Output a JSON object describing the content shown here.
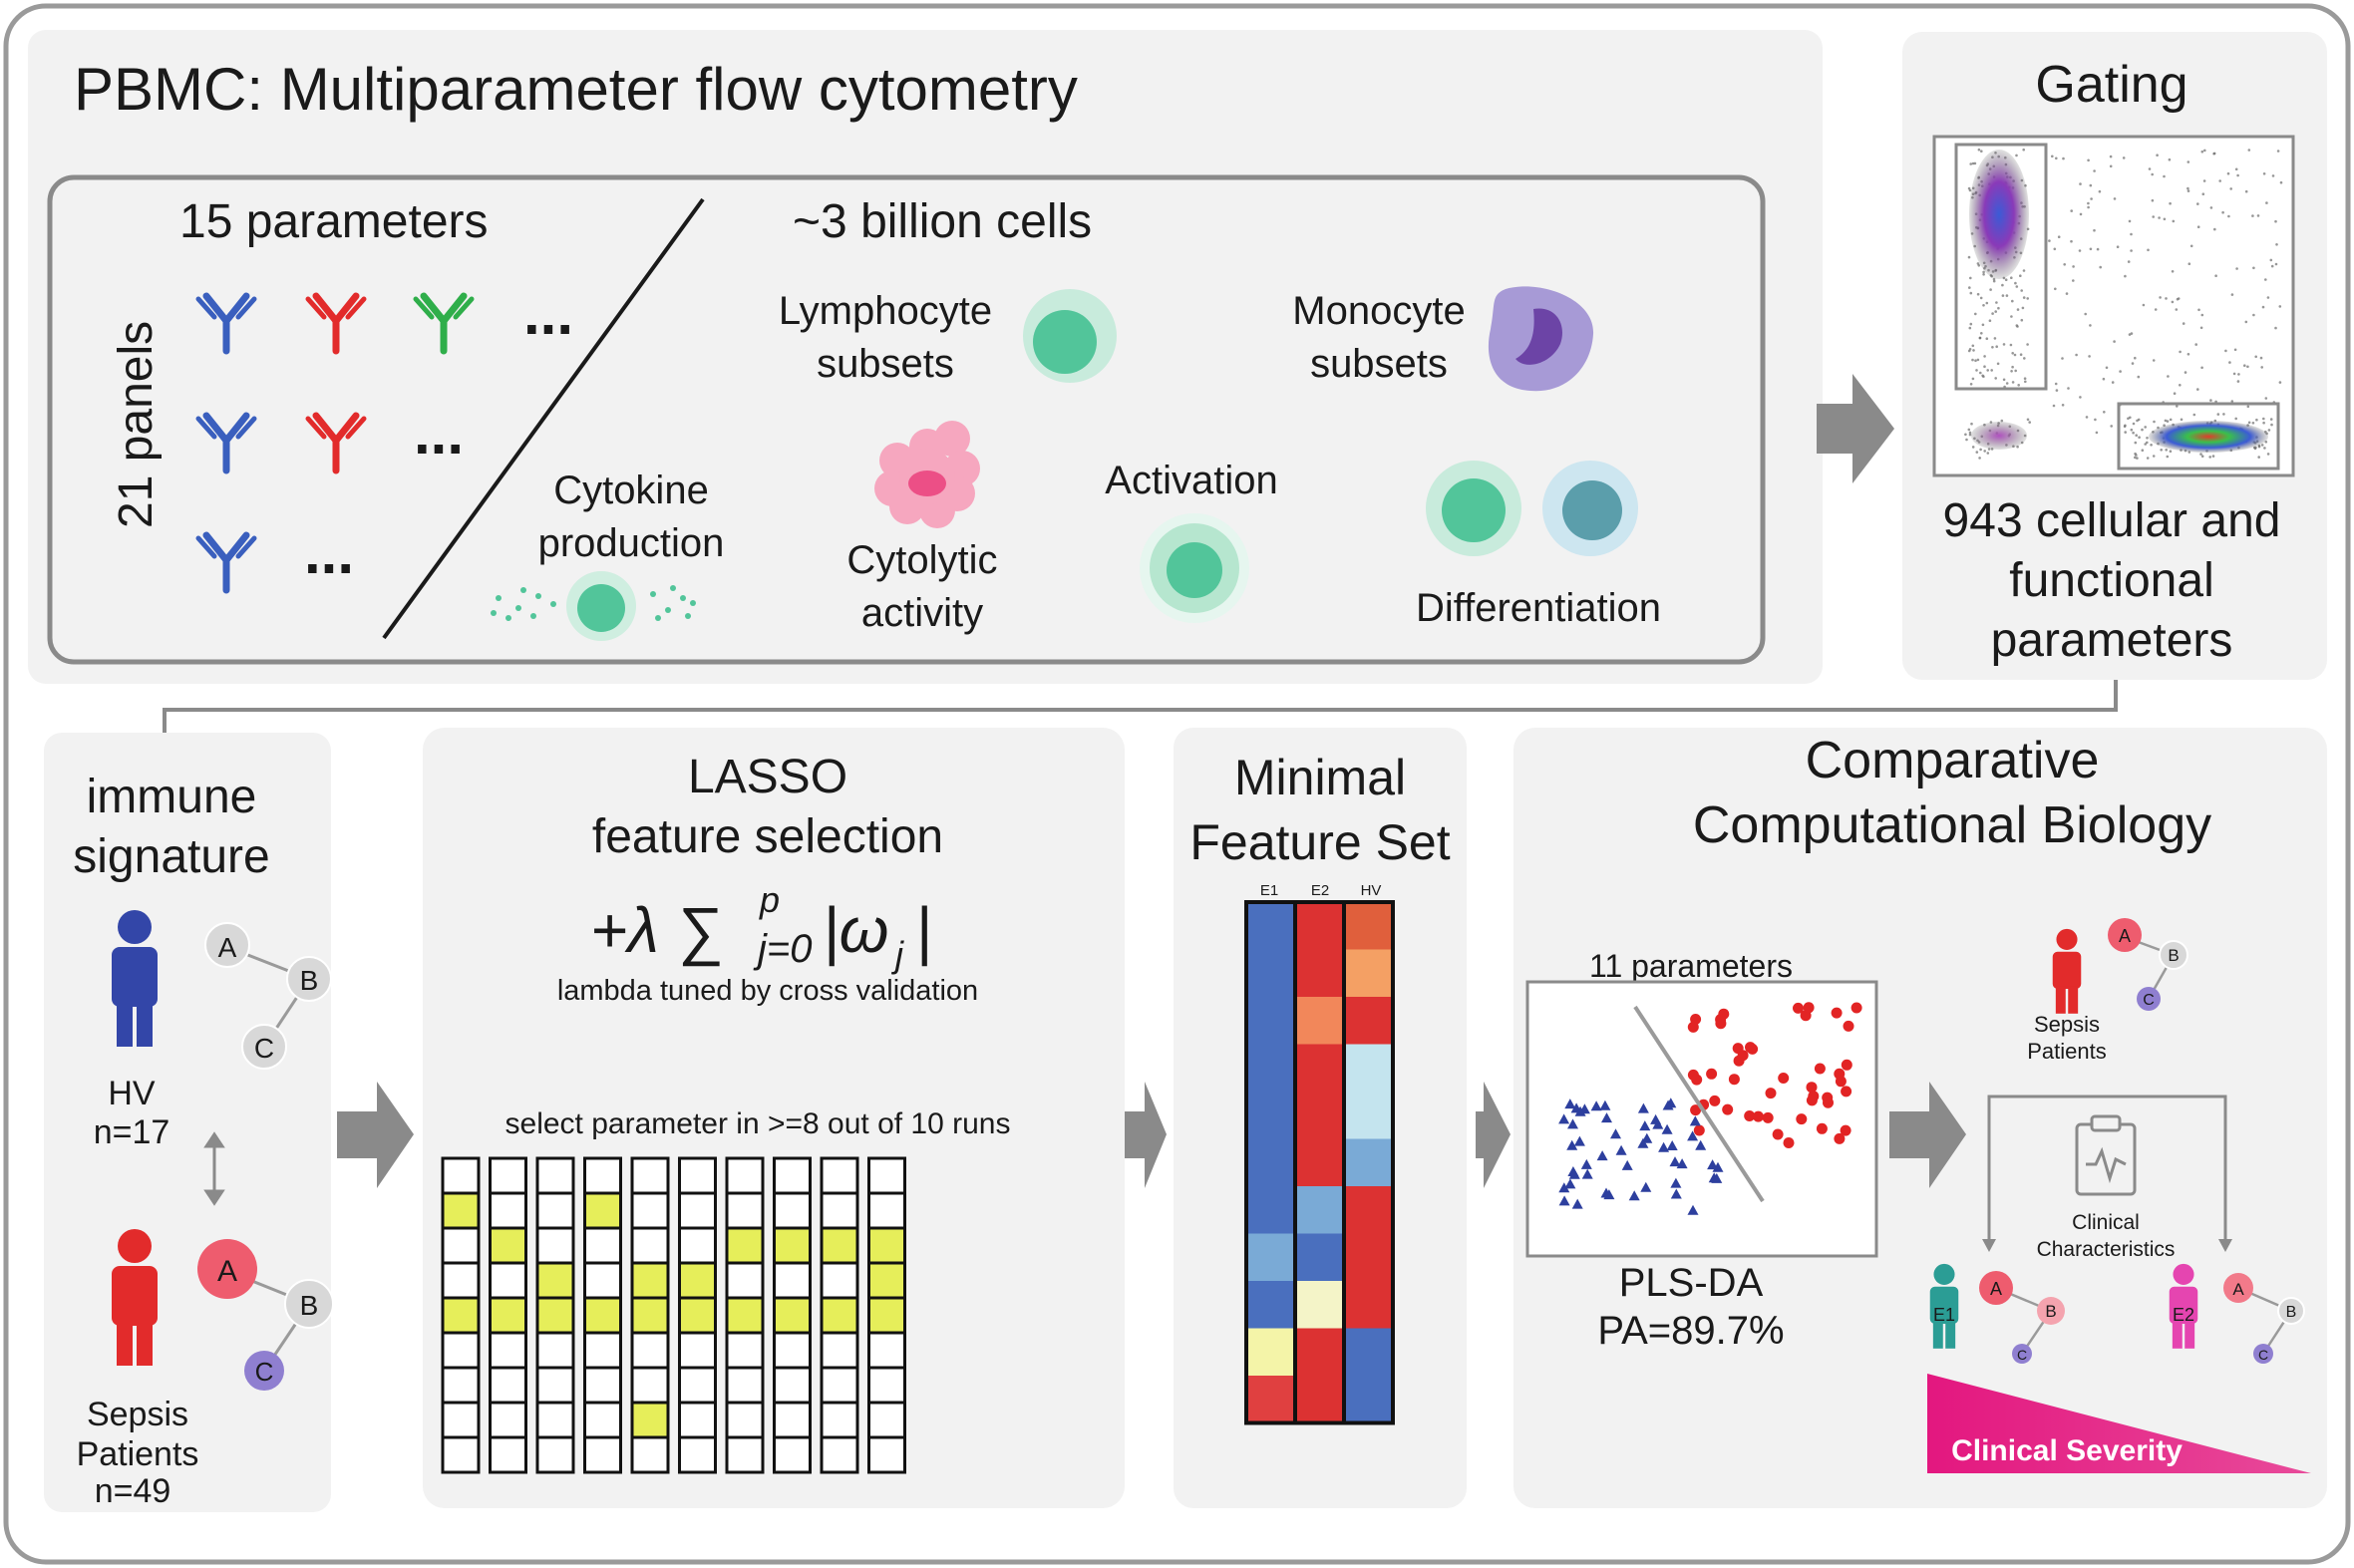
{
  "pbmc": {
    "title": "PBMC: Multiparameter flow cytometry",
    "params": "15 parameters",
    "panels": "21 panels",
    "cells": "~3 billion cells",
    "ellipsis": "...",
    "lymph": [
      "Lymphocyte",
      "subsets"
    ],
    "mono": [
      "Monocyte",
      "subsets"
    ],
    "cytokine": [
      "Cytokine",
      "production"
    ],
    "cytolytic": [
      "Cytolytic",
      "activity"
    ],
    "activation": "Activation",
    "differentiation": "Differentiation"
  },
  "gating": {
    "title": "Gating",
    "desc": [
      "943 cellular and",
      "functional",
      "parameters"
    ]
  },
  "signature": {
    "title": [
      "immune",
      "signature"
    ],
    "hv": "HV",
    "hv_n": "n=17",
    "sepsis": [
      "Sepsis",
      "Patients"
    ],
    "sepsis_n": "n=49",
    "nodes": [
      "A",
      "B",
      "C"
    ]
  },
  "lasso": {
    "title": [
      "LASSO",
      "feature selection"
    ],
    "formula": "+λ ∑",
    "formula_sup": "p",
    "formula_sub": "j=0",
    "formula_tail": "|ω",
    "formula_tail_sub": "j",
    "formula_close": "|",
    "caption": "lambda tuned by cross validation",
    "select": "select parameter in >=8 out of 10 runs",
    "runs": [
      [
        0,
        1,
        0,
        0,
        1,
        0,
        0,
        0,
        0
      ],
      [
        0,
        0,
        1,
        0,
        1,
        0,
        0,
        0,
        0
      ],
      [
        0,
        0,
        0,
        1,
        1,
        0,
        0,
        0,
        0
      ],
      [
        0,
        1,
        0,
        0,
        1,
        0,
        0,
        0,
        0
      ],
      [
        0,
        0,
        0,
        1,
        1,
        0,
        0,
        1,
        0
      ],
      [
        0,
        0,
        0,
        1,
        1,
        0,
        0,
        0,
        0
      ],
      [
        0,
        0,
        1,
        0,
        1,
        0,
        0,
        0,
        0
      ],
      [
        0,
        0,
        1,
        0,
        1,
        0,
        0,
        0,
        0
      ],
      [
        0,
        0,
        1,
        0,
        1,
        0,
        0,
        0,
        0
      ],
      [
        0,
        0,
        1,
        1,
        1,
        0,
        0,
        0,
        0
      ]
    ],
    "highlight_color": "#e6ee5a"
  },
  "minimal": {
    "title": [
      "Minimal",
      "Feature Set"
    ],
    "cols": [
      "E1",
      "E2",
      "HV"
    ],
    "heatmap": [
      [
        "#4a6fbe",
        "#dc3232",
        "#e05f3c"
      ],
      [
        "#4a6fbe",
        "#dc3232",
        "#f4a064"
      ],
      [
        "#4a6fbe",
        "#f2875a",
        "#dc3232"
      ],
      [
        "#4a6fbe",
        "#dc3232",
        "#c4e4ee"
      ],
      [
        "#4a6fbe",
        "#dc3232",
        "#c4e4ee"
      ],
      [
        "#4a6fbe",
        "#dc3232",
        "#7aaad6"
      ],
      [
        "#4a6fbe",
        "#7aaad6",
        "#dc3232"
      ],
      [
        "#7aaad6",
        "#4a6fbe",
        "#dc3232"
      ],
      [
        "#4a6fbe",
        "#f4f4c8",
        "#dc3232"
      ],
      [
        "#f4f4a8",
        "#dc3232",
        "#4a6fbe"
      ],
      [
        "#e04040",
        "#dc3232",
        "#4a6fbe"
      ]
    ]
  },
  "ccb": {
    "title": [
      "Comparative",
      "Computational Biology"
    ],
    "plot_title": "11 parameters",
    "method": "PLS-DA",
    "accuracy": "PA=89.7%",
    "sepsis": [
      "Sepsis",
      "Patients"
    ],
    "clinical": [
      "Clinical",
      "Characteristics"
    ],
    "e1": "E1",
    "e2": "E2",
    "severity": "Clinical Severity",
    "nodes": [
      "A",
      "B",
      "C"
    ]
  },
  "colors": {
    "blue_ab": "#3a5fbe",
    "red_ab": "#e22b2b",
    "green_ab": "#2fae4a",
    "panel_bg": "#f2f2f2",
    "arrow": "#8a8a8a",
    "severity": "#e3177f",
    "hv_person": "#3346a8",
    "sepsis_person": "#e22b2b",
    "e1_person": "#2b9d95",
    "e2_person": "#e545b0"
  }
}
